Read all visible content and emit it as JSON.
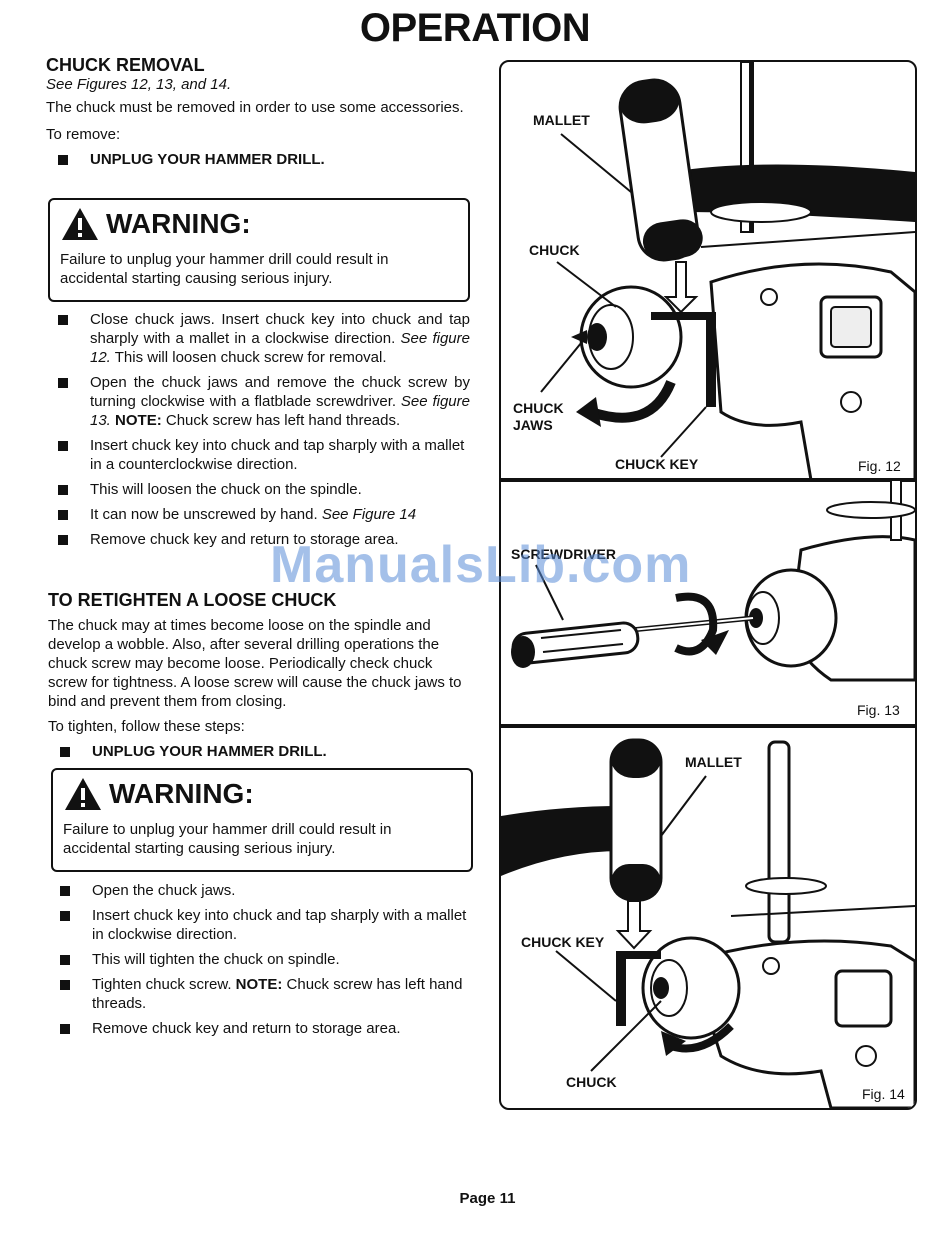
{
  "title": "OPERATION",
  "chuck_removal": {
    "heading": "CHUCK REMOVAL",
    "see_figures": "See Figures 12, 13, and 14.",
    "intro": "The chuck must be removed in order to use some accessories.",
    "to_remove": "To remove:",
    "unplug": "UNPLUG YOUR HAMMER DRILL.",
    "warning_title": "WARNING:",
    "warning_text": "Failure to unplug your hammer drill could result in accidental starting causing serious injury.",
    "steps": [
      {
        "text": "Close chuck jaws. Insert chuck key into chuck and tap sharply with a mallet in a clockwise direction. ",
        "ref": "See figure 12.",
        "tail": " This will loosen chuck screw for removal."
      },
      {
        "text": "Open the chuck jaws and remove the chuck screw by turning clockwise with a flatblade screwdriver. ",
        "ref": "See figure 13.",
        "note_label": " NOTE:",
        "tail": " Chuck screw has left hand threads."
      },
      {
        "text": "Insert chuck key into chuck and tap sharply with a mallet in a counterclockwise direction."
      },
      {
        "text": "This will loosen the chuck on the spindle."
      },
      {
        "text": "It can now be unscrewed by hand. ",
        "ref": "See Figure 14"
      },
      {
        "text": "Remove chuck key and return to storage area."
      }
    ]
  },
  "retighten": {
    "heading": "TO RETIGHTEN A LOOSE CHUCK",
    "intro": "The chuck may at times become loose on the spindle and develop a wobble. Also, after several drilling operations the chuck screw may become loose. Periodically check chuck screw for tightness. A loose screw will cause the chuck jaws to bind and prevent them from closing.",
    "to_tighten": "To tighten, follow these steps:",
    "unplug": "UNPLUG YOUR HAMMER DRILL.",
    "warning_title": "WARNING:",
    "warning_text": "Failure to unplug your hammer drill could result in accidental starting causing serious injury.",
    "steps": [
      {
        "text": "Open the chuck jaws."
      },
      {
        "text": "Insert chuck key into chuck and tap sharply with a mallet in clockwise direction."
      },
      {
        "text": "This will tighten the chuck on spindle."
      },
      {
        "text": "Tighten chuck screw.",
        "note_label": " NOTE:",
        "tail": " Chuck screw has left hand threads."
      },
      {
        "text": "Remove chuck key and return to storage area."
      }
    ]
  },
  "figures": {
    "fig12": {
      "label": "Fig. 12",
      "mallet": "MALLET",
      "chuck": "CHUCK",
      "chuck_jaws": "CHUCK JAWS",
      "chuck_key": "CHUCK KEY"
    },
    "fig13": {
      "label": "Fig. 13",
      "screwdriver": "SCREWDRIVER"
    },
    "fig14": {
      "label": "Fig. 14",
      "mallet": "MALLET",
      "chuck_key": "CHUCK KEY",
      "chuck": "CHUCK"
    }
  },
  "watermark": "ManualsLib.com",
  "page_number": "Page 11"
}
